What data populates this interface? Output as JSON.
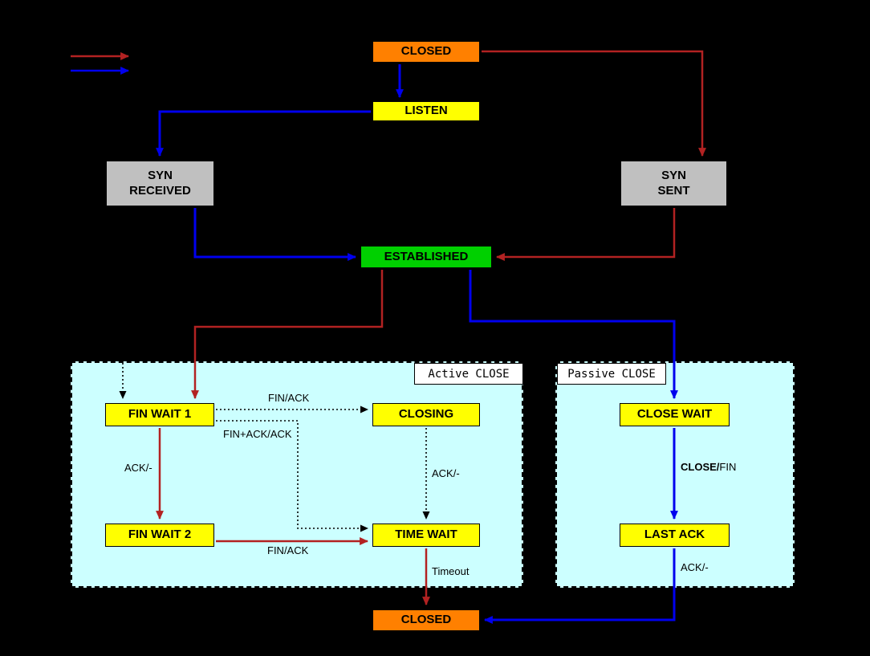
{
  "diagram": {
    "states": {
      "closed_top": "CLOSED",
      "listen": "LISTEN",
      "syn_received": {
        "line1": "SYN",
        "line2": "RECEIVED"
      },
      "syn_sent": {
        "line1": "SYN",
        "line2": "SENT"
      },
      "established": "ESTABLISHED",
      "fin_wait_1": "FIN WAIT 1",
      "closing": "CLOSING",
      "fin_wait_2": "FIN WAIT 2",
      "time_wait": "TIME WAIT",
      "close_wait": "CLOSE WAIT",
      "last_ack": "LAST ACK",
      "closed_bottom": "CLOSED"
    },
    "regions": {
      "active_close": "Active CLOSE",
      "passive_close": "Passive CLOSE"
    },
    "edge_labels": {
      "fin_wait1_to_closing": "FIN/ACK",
      "fin_wait1_to_time_wait": "FIN+ACK/ACK",
      "fin_wait1_to_fin_wait2": "ACK/-",
      "closing_to_time_wait": "ACK/-",
      "fin_wait2_to_time_wait": "FIN/ACK",
      "time_wait_to_closed": "Timeout",
      "close_wait_to_last_ack_bold": "CLOSE/",
      "close_wait_to_last_ack_rest": "FIN",
      "last_ack_to_closed": "ACK/-"
    },
    "colors": {
      "client_path_red": "#b22222",
      "server_path_blue": "#0000ee",
      "dotted_black": "#000000",
      "state_orange": "#ff8000",
      "state_yellow": "#ffff00",
      "state_gray": "#c0c0c0",
      "state_green": "#00d000",
      "region_cyan": "#ccffff",
      "background": "#000000"
    }
  }
}
